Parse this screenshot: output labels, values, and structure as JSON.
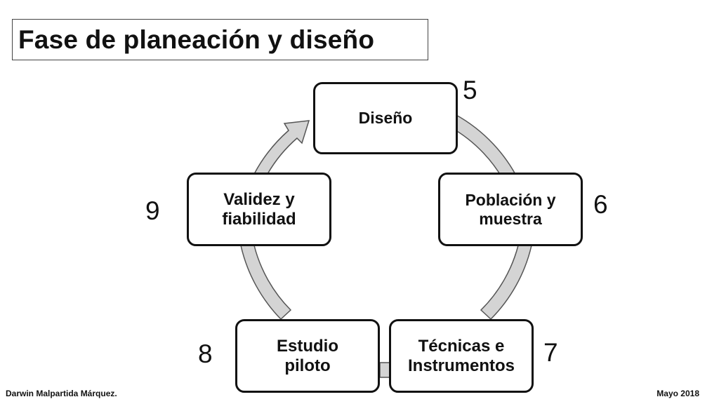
{
  "title": "Fase de planeación y diseño",
  "cycle": {
    "nodes": [
      {
        "label": "Diseño",
        "number": "5"
      },
      {
        "label": "Población y\nmuestra",
        "number": "6"
      },
      {
        "label": "Técnicas e\nInstrumentos",
        "number": "7"
      },
      {
        "label": "Estudio\npiloto",
        "number": "8"
      },
      {
        "label": "Validez y\nfiabilidad",
        "number": "9"
      }
    ],
    "arrow_fill": "#d4d4d4",
    "arrow_stroke": "#555555"
  },
  "footer": {
    "author": "Darwin Malpartida Márquez.",
    "date": "Mayo 2018"
  }
}
